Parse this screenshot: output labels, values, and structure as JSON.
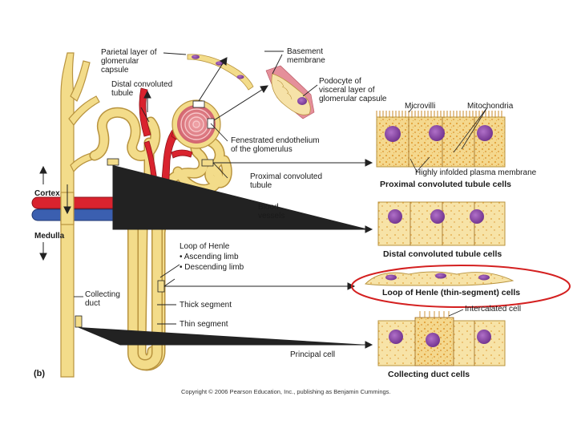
{
  "panel_label": "(b)",
  "labels": {
    "parietal": "Parietal layer of\nglomerular\ncapsule",
    "distal_tubule": "Distal convoluted\ntubule",
    "basement": "Basement\nmembrane",
    "podocyte": "Podocyte of\nvisceral layer of\nglomerular capsule",
    "fenestrated": "Fenestrated endothelium\nof the glomerulus",
    "proximal_tubule": "Proximal convoluted\ntubule",
    "blood_vessels": "Blood\nvessels",
    "cortex": "Cortex",
    "medulla": "Medulla",
    "loop_title": "Loop of Henle",
    "ascending": "• Ascending limb",
    "descending": "• Descending limb",
    "collecting_duct": "Collecting\nduct",
    "thick_segment": "Thick segment",
    "thin_segment": "Thin segment",
    "principal_cell": "Principal cell",
    "microvilli": "Microvilli",
    "mitochondria": "Mitochondria",
    "infolded": "Highly infolded plasma membrane",
    "intercalated": "Intercalated cell"
  },
  "cell_panels": {
    "proximal": "Proximal convoluted tubule cells",
    "distal": "Distal convoluted tubule cells",
    "loop": "Loop of Henle (thin-segment) cells",
    "collecting": "Collecting duct cells"
  },
  "copyright": "Copyright © 2006 Pearson Education, Inc., publishing as Benjamin Cummings.",
  "colors": {
    "tubule": "#f3dc8a",
    "tubule_edge": "#b8933e",
    "artery": "#d9232e",
    "vein": "#3b5fb0",
    "nucleus": "#7a3a9a",
    "highlight_ellipse": "#d42020"
  }
}
